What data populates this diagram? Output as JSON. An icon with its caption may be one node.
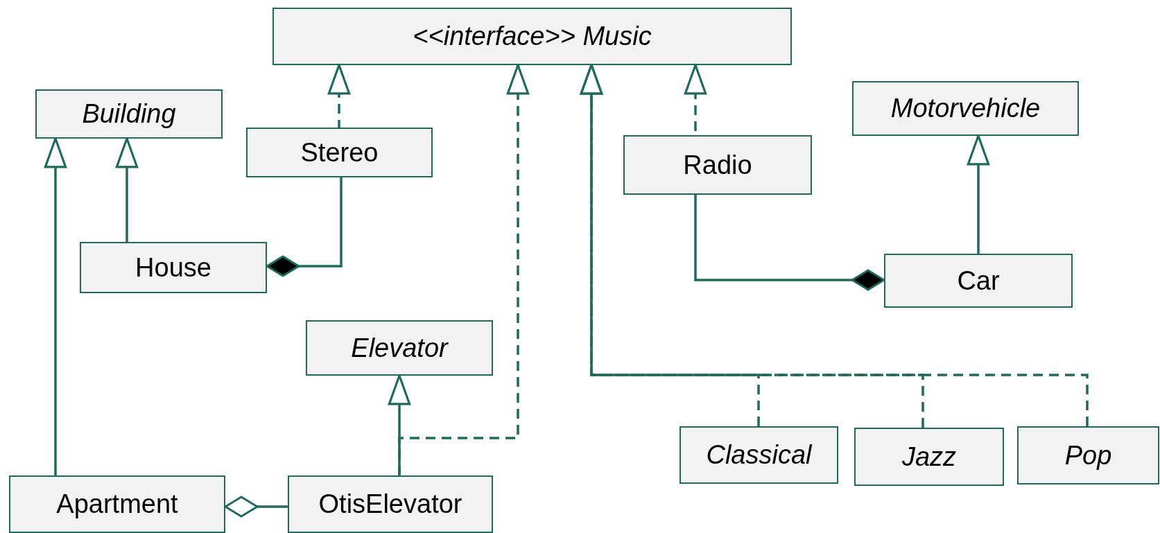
{
  "diagram": {
    "nodes": [
      {
        "text": [
          "<<interface>> Music"
        ]
      },
      {
        "text": [
          "Building"
        ]
      },
      {
        "text": [
          "Stereo"
        ]
      },
      {
        "text": [
          "Radio"
        ]
      },
      {
        "text": [
          "Motorvehicle"
        ]
      },
      {
        "text": [
          "House"
        ]
      },
      {
        "text": [
          "Car"
        ]
      },
      {
        "text": [
          "Elevator"
        ]
      },
      {
        "text": [
          "Classical"
        ]
      },
      {
        "text": [
          "Jazz"
        ]
      },
      {
        "text": [
          "Pop"
        ]
      },
      {
        "text": [
          "Apartment"
        ]
      },
      {
        "text": [
          "OtisElevator"
        ]
      }
    ],
    "edges": [
      {
        "from": 2,
        "to": 0,
        "arrow": "to",
        "style": "dashed"
      },
      {
        "from": 12,
        "to": 0,
        "arrow": "to",
        "style": "dashed"
      },
      {
        "from": 8,
        "to": 0,
        "arrow": "to",
        "style": "dashed"
      },
      {
        "from": 9,
        "to": 0,
        "arrow": "to",
        "style": "dashed"
      },
      {
        "from": 10,
        "to": 0,
        "arrow": "to",
        "style": "dashed"
      },
      {
        "from": 3,
        "to": 0,
        "arrow": "to",
        "style": "dashed"
      },
      {
        "from": 6,
        "to": 4,
        "arrow": "to"
      },
      {
        "from": 5,
        "to": 1,
        "arrow": "to"
      },
      {
        "from": 11,
        "to": 1,
        "arrow": "to"
      },
      {
        "from": 12,
        "to": 7,
        "arrow": "to"
      },
      {
        "from": 2,
        "to": 5,
        "arrow": "other"
      },
      {
        "from": 3,
        "to": 6,
        "arrow": "other"
      },
      {
        "from": 12,
        "to": 11,
        "arrow": "other"
      }
    ]
  }
}
